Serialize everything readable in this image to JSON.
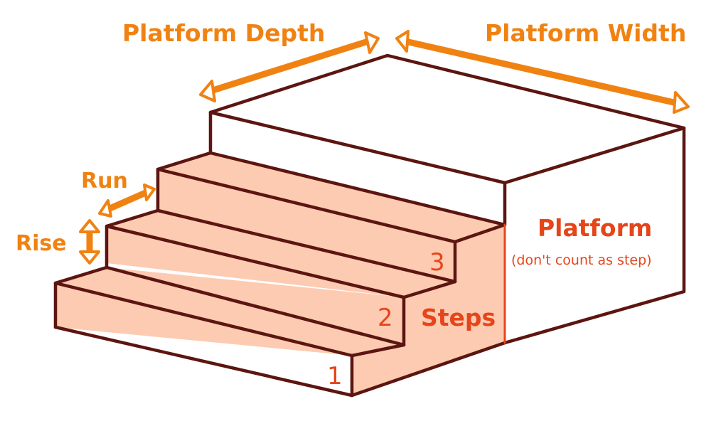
{
  "labels": {
    "platform_depth": "Platform Depth",
    "platform_width": "Platform Width",
    "run": "Run",
    "rise": "Rise",
    "platform": "Platform",
    "platform_note": "(don't count as step)",
    "steps": "Steps"
  },
  "step_numbers": [
    "1",
    "2",
    "3"
  ],
  "colors": {
    "arrow_orange": "#f08212",
    "label_red": "#e6451a",
    "step_fill": "#fccbb2",
    "outline": "#5c1510"
  }
}
